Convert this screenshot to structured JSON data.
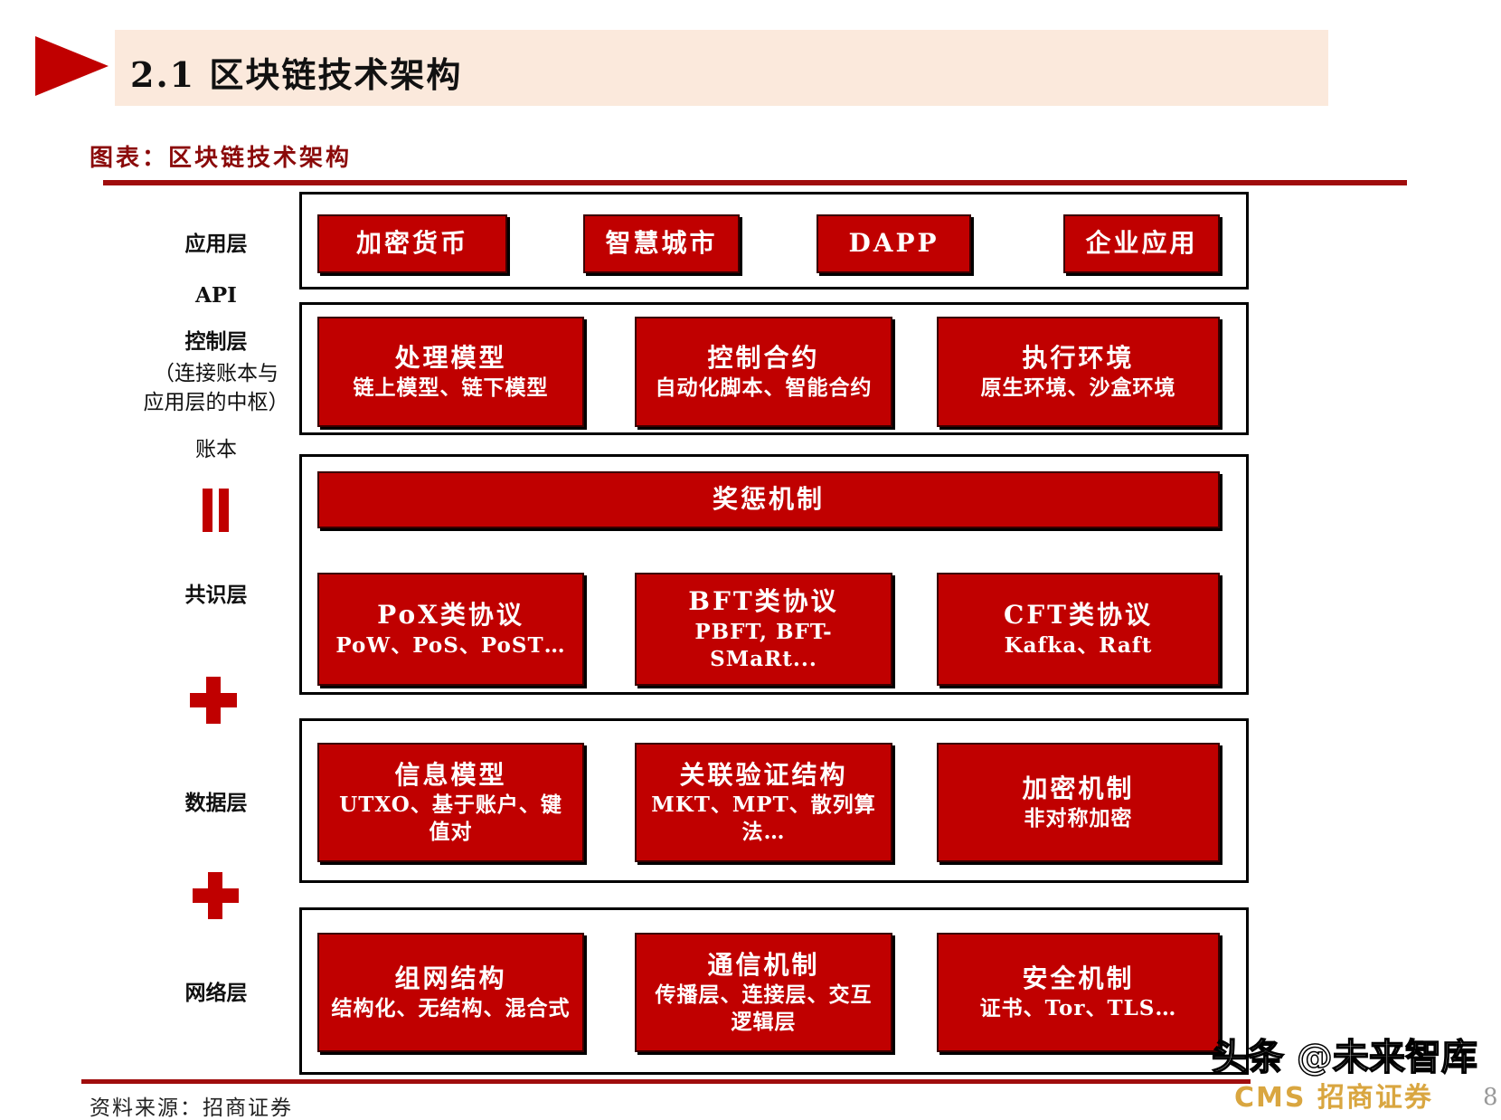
{
  "header": {
    "title": "2.1 区块链技术架构"
  },
  "figure": {
    "caption": "图表：区块链技术架构"
  },
  "labels": {
    "app": "应用层",
    "api": "API",
    "control": "控制层",
    "control_note1": "（连接账本与",
    "control_note2": "应用层的中枢）",
    "ledger": "账本",
    "consensus": "共识层",
    "data": "数据层",
    "network": "网络层"
  },
  "app_layer": [
    {
      "title": "加密货币"
    },
    {
      "title": "智慧城市"
    },
    {
      "title": "DAPP"
    },
    {
      "title": "企业应用"
    }
  ],
  "control_layer": [
    {
      "title": "处理模型",
      "sub": "链上模型、链下模型"
    },
    {
      "title": "控制合约",
      "sub": "自动化脚本、智能合约"
    },
    {
      "title": "执行环境",
      "sub": "原生环境、沙盒环境"
    }
  ],
  "incentive": {
    "title": "奖惩机制"
  },
  "consensus_layer": [
    {
      "title": "PoX类协议",
      "sub": "PoW、PoS、PoST…"
    },
    {
      "title": "BFT类协议",
      "sub": "PBFT, BFT-SMaRt..."
    },
    {
      "title": "CFT类协议",
      "sub": "Kafka、Raft"
    }
  ],
  "data_layer": [
    {
      "title": "信息模型",
      "sub": "UTXO、基于账户、键值对"
    },
    {
      "title": "关联验证结构",
      "sub": "MKT、MPT、散列算法…"
    },
    {
      "title": "加密机制",
      "sub": "非对称加密"
    }
  ],
  "network_layer": [
    {
      "title": "组网结构",
      "sub": "结构化、无结构、混合式"
    },
    {
      "title": "通信机制",
      "sub": "传播层、连接层、交互逻辑层"
    },
    {
      "title": "安全机制",
      "sub": "证书、Tor、TLS…"
    }
  ],
  "footer": {
    "source": "资料来源：招商证券",
    "watermark": "头条 @未来智库",
    "logo": "CMS 招商证券",
    "page": "8"
  },
  "colors": {
    "accent": "#c00000",
    "title_bg": "#fbe9dc",
    "caption": "#8b0a0a"
  }
}
